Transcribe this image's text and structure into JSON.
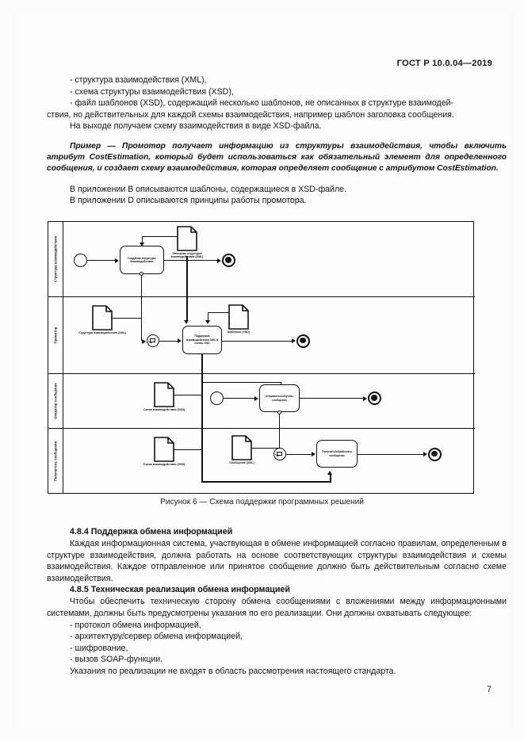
{
  "header": {
    "standard": "ГОСТ Р 10.0.04—2019"
  },
  "page_number": "7",
  "top_text": {
    "bullets": [
      "- структура взаимодействия (XML),",
      "- схема структуры взаимодействия (XSD),",
      "- файл шаблонов (XSD), содержащий несколько шаблонов, не описанных в структуре взаимодей-"
    ],
    "bullet3_cont": "ствия, но действительных для каждой схемы взаимодействия, например шаблон заголовка сообщения.",
    "para_output": "На выходе получаем схему взаимодействия в виде XSD-файла.",
    "example": "Пример — Промотор получает информацию из структуры взаимодействия, чтобы включить атрибут CostEstimation, который будет использоваться как обязательный элемент для определенного сообщения, и создает схему взаимодействия, которая определяет сообщение с атрибутом CostEstimation.",
    "appendix_b": "В приложении B описываются шаблоны, содержащиеся в XSD-файле.",
    "appendix_d": "В приложении D описываются принципы работы промотора."
  },
  "figure": {
    "caption": "Рисунок 6 — Схема поддержки программных решений",
    "lanes": [
      {
        "title": "Структура взаимодействия"
      },
      {
        "title": "Промотор"
      },
      {
        "title": "Оператор сообщения"
      },
      {
        "title": "Получатель сообщения"
      }
    ],
    "tasks": [
      {
        "label": "Создание структуры взаимодействия"
      },
      {
        "label": "Поддержка взаимодействия XML и схемы XSD"
      },
      {
        "label": "Отправить/получить сообщение"
      },
      {
        "label": "Получить/обработать сообщение"
      }
    ],
    "documents": [
      {
        "label": "Описание структуры взаимодействия (XML)"
      },
      {
        "label": "Структура взаимодействия (XML)"
      },
      {
        "label": "Шаблоны (XSD)"
      },
      {
        "label": "Схема взаимодействия (XSD)"
      },
      {
        "label": "Сообщение (XML)"
      },
      {
        "label": "Схема взаимодействия (XSD)"
      }
    ]
  },
  "section_484": {
    "heading": "4.8.4 Поддержка обмена информацией",
    "para": "Каждая информационная система, участвующая в обмене информацией согласно правилам, определенным в структуре взаимодействия, должна работать на основе соответствующих структуры взаимодействия и схемы взаимодействия. Каждое отправленное или принятое сообщение должно быть действительным согласно схеме взаимодействия."
  },
  "section_485": {
    "heading": "4.8.5 Техническая реализация обмена информацией",
    "para": "Чтобы обеспечить техническую сторону обмена сообщениями с вложениями между информационными системами, должны быть предусмотрены указания по его реализации. Они должны охватывать следующее:",
    "bullets": [
      "- протокол обмена информацией,",
      "- архитектуру/сервер обмена информацией,",
      "- шифрование,",
      "- вызов SOAP-функции."
    ],
    "closing": "Указания по реализации не входят в область рассмотрения настоящего стандарта."
  }
}
